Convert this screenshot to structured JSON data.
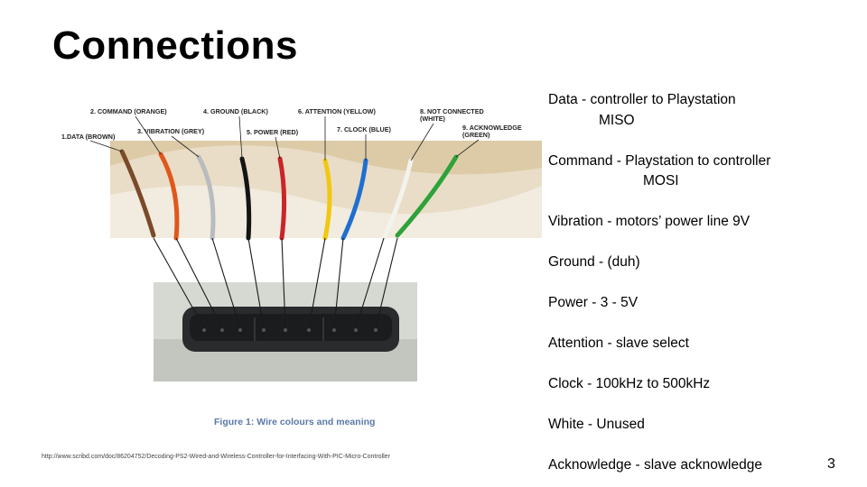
{
  "slide": {
    "title": "Connections",
    "page_number": "3"
  },
  "figure": {
    "caption": "Figure 1: Wire colours and meaning",
    "source_url": "http://www.scribd.com/doc/86204752/Decoding-PS2-Wired-and-Wireless-Controller-for-Interfacing-With-PIC-Micro-Controller",
    "wire_labels": [
      "1.DATA (BROWN)",
      "2. COMMAND (ORANGE)",
      "3. VIBRATION (GREY)",
      "4. GROUND (BLACK)",
      "5. POWER (RED)",
      "6. ATTENTION (YELLOW)",
      "7. CLOCK (BLUE)",
      "8. NOT CONNECTED",
      "(WHITE)",
      "9. ACKNOWLEDGE",
      "(GREEN)"
    ],
    "wire_colors": [
      "#7a4a2a",
      "#e0571c",
      "#b9bcbf",
      "#141414",
      "#c8262a",
      "#f1c811",
      "#1f6fd1",
      "#f3f3ee",
      "#2ea23a"
    ]
  },
  "notes": {
    "data": "Data - controller to Playstation",
    "data_sub": "MISO",
    "command": "Command - Playstation to controller",
    "command_sub": "MOSI",
    "vibration": "Vibration - motors’ power line 9V",
    "ground": "Ground - (duh)",
    "power": "Power - 3 - 5V",
    "attention": "Attention - slave select",
    "clock": "Clock - 100kHz to 500kHz",
    "white": "White - Unused",
    "acknowledge": "Acknowledge - slave acknowledge"
  }
}
